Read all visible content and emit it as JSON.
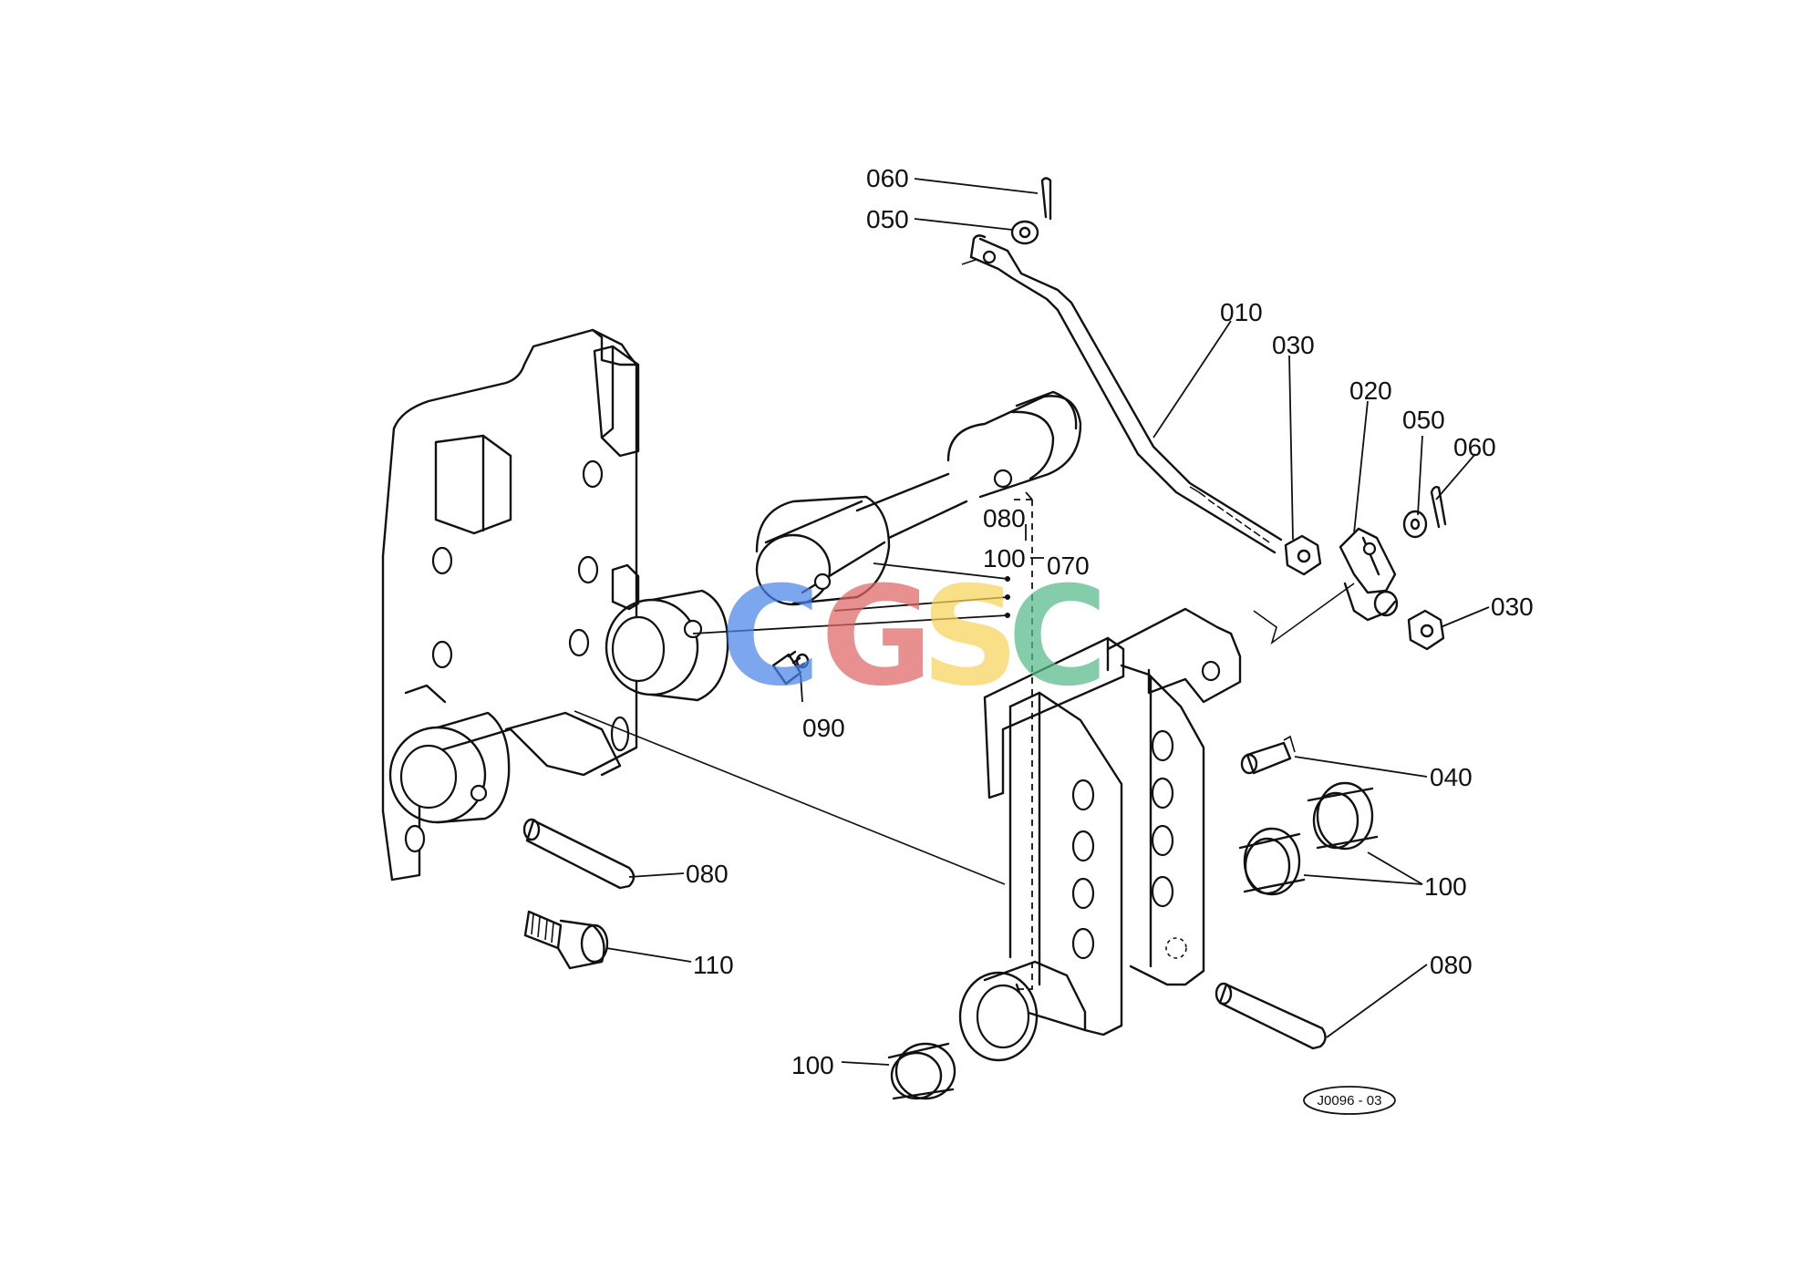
{
  "diagram": {
    "callouts": [
      {
        "id": "c060a",
        "text": "060"
      },
      {
        "id": "c050a",
        "text": "050"
      },
      {
        "id": "c010",
        "text": "010"
      },
      {
        "id": "c030a",
        "text": "030"
      },
      {
        "id": "c020",
        "text": "020"
      },
      {
        "id": "c050b",
        "text": "050"
      },
      {
        "id": "c060b",
        "text": "060"
      },
      {
        "id": "c080a",
        "text": "080"
      },
      {
        "id": "c100a",
        "text": "100"
      },
      {
        "id": "c070",
        "text": "070"
      },
      {
        "id": "c030b",
        "text": "030"
      },
      {
        "id": "c090",
        "text": "090"
      },
      {
        "id": "c040",
        "text": "040"
      },
      {
        "id": "c100b",
        "text": "100"
      },
      {
        "id": "c080b",
        "text": "080"
      },
      {
        "id": "c110",
        "text": "110"
      },
      {
        "id": "c080c",
        "text": "080"
      },
      {
        "id": "c100c",
        "text": "100"
      }
    ],
    "reference_code": "J0096 - 03",
    "watermark": {
      "letters": [
        "C",
        "G",
        "S",
        "C"
      ],
      "colors": [
        "#4a86e8",
        "#e06666",
        "#f6d35b",
        "#57bb8a"
      ]
    }
  }
}
